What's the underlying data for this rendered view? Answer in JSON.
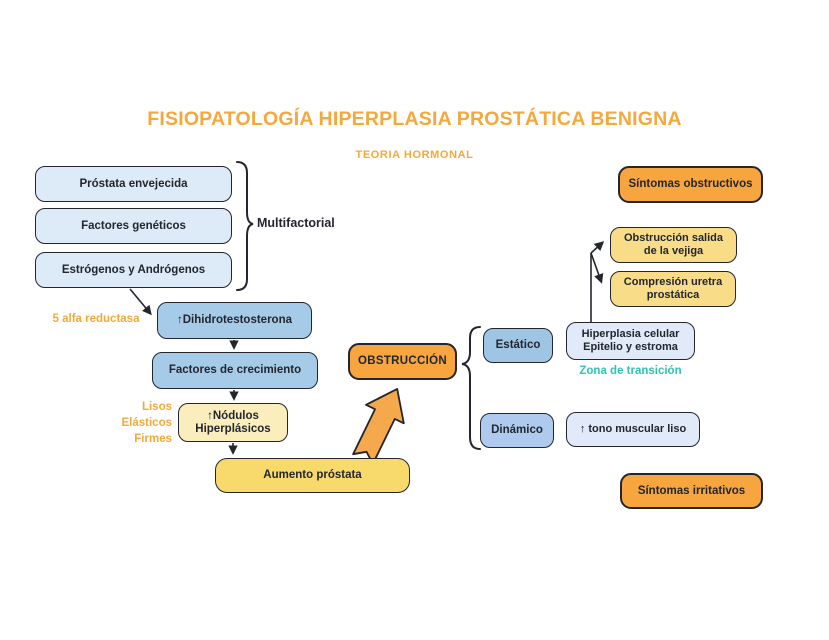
{
  "title": "FISIOPATOLOGÍA HIPERPLASIA PROSTÁTICA BENIGNA",
  "subtitle": "TEORIA HORMONAL",
  "colors": {
    "ink": "#23262D",
    "titleOrange": "#F5A83B",
    "labelOrange": "#F2A93C",
    "orangeFill": "#F6A53F",
    "orangeArrow": "#F6A84C",
    "goldFill": "#F8D96B",
    "paleGoldFill": "#FBEEBD",
    "softGoldFill": "#F8DC88",
    "blueLightFill": "#DDEAF8",
    "blueMedFill": "#A6CBE9",
    "estaticoFill": "#9FC5E5",
    "dinamicoFill": "#AECBEF",
    "blueDetailFill": "#E0EAF8",
    "teal": "#2FC5B1"
  },
  "left_column": {
    "boxes": [
      "Próstata envejecida",
      "Factores genéticos",
      "Estrógenos y Andrógenos"
    ],
    "brace_label": "Multifactorial"
  },
  "cascade": {
    "enzyme_label": "5 alfa reductasa",
    "dht": "↑Dihidrotestosterona",
    "growth_factors": "Factores de crecimiento",
    "nodules": [
      "↑Nódulos",
      "Hiperplásicos"
    ],
    "nodule_traits": [
      "Lisos",
      "Elásticos",
      "Firmes"
    ],
    "enlargement": "Aumento próstata"
  },
  "obstruction": {
    "label": "OBSTRUCCIÓN",
    "static_label": "Estático",
    "dynamic_label": "Dinámico",
    "static_detail": [
      "Hiperplasia celular",
      "Epitelio y estroma"
    ],
    "zone_label": "Zona de transición",
    "dynamic_detail": "↑ tono muscular liso",
    "outcome_bladder": [
      "Obstrucción salida",
      "de la vejiga"
    ],
    "outcome_urethra": [
      "Compresión uretra",
      "prostática"
    ]
  },
  "symptoms": {
    "obstructive": "Síntomas obstructivos",
    "irritative": "Síntomas irritativos"
  }
}
